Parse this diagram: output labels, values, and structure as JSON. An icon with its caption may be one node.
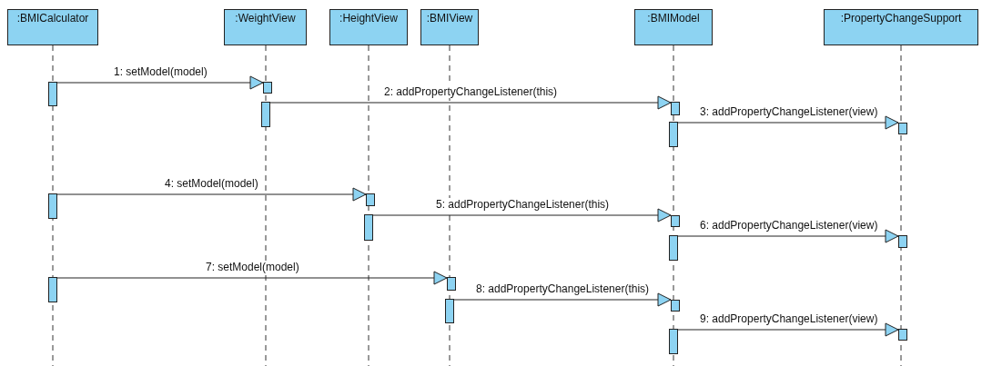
{
  "diagram": {
    "nodes": [
      {
        "text": [
          ":BMICalculator"
        ]
      },
      {
        "text": [
          ":WeightView"
        ]
      },
      {
        "text": [
          ":HeightView"
        ]
      },
      {
        "text": [
          ":BMIView"
        ]
      },
      {
        "text": [
          ":BMIModel"
        ]
      },
      {
        "text": [
          ":PropertyChangeSupport"
        ]
      },
      {
        "text": [],
        "shape": "bar"
      },
      {
        "text": [],
        "shape": "bar"
      },
      {
        "text": [],
        "shape": "bar"
      },
      {
        "text": [],
        "shape": "bar"
      },
      {
        "text": [],
        "shape": "bar"
      },
      {
        "text": [],
        "shape": "bar"
      },
      {
        "text": [],
        "shape": "bar"
      },
      {
        "text": [],
        "shape": "bar"
      },
      {
        "text": [],
        "shape": "bar"
      },
      {
        "text": [],
        "shape": "bar"
      },
      {
        "text": [],
        "shape": "bar"
      },
      {
        "text": [],
        "shape": "bar"
      },
      {
        "text": [],
        "shape": "bar"
      },
      {
        "text": [],
        "shape": "bar"
      },
      {
        "text": [],
        "shape": "bar"
      },
      {
        "text": [],
        "shape": "bar"
      },
      {
        "text": [],
        "shape": "bar"
      },
      {
        "text": [],
        "shape": "bar"
      }
    ],
    "edges": [
      {
        "from": 6,
        "to": 7,
        "arrow": "to",
        "label": "1: setModel(model)"
      },
      {
        "from": 8,
        "to": 9,
        "arrow": "to",
        "label": "2: addPropertyChangeListener(this)"
      },
      {
        "from": 10,
        "to": 11,
        "arrow": "to",
        "label": "3: addPropertyChangeListener(view)"
      },
      {
        "from": 12,
        "to": 13,
        "arrow": "to",
        "label": "4: setModel(model)"
      },
      {
        "from": 14,
        "to": 15,
        "arrow": "to",
        "label": "5: addPropertyChangeListener(this)"
      },
      {
        "from": 16,
        "to": 17,
        "arrow": "to",
        "label": "6: addPropertyChangeListener(view)"
      },
      {
        "from": 18,
        "to": 19,
        "arrow": "to",
        "label": "7: setModel(model)"
      },
      {
        "from": 20,
        "to": 21,
        "arrow": "to",
        "label": "8: addPropertyChangeListener(this)"
      },
      {
        "from": 22,
        "to": 23,
        "arrow": "to",
        "label": "9: addPropertyChangeListener(view)"
      }
    ]
  }
}
